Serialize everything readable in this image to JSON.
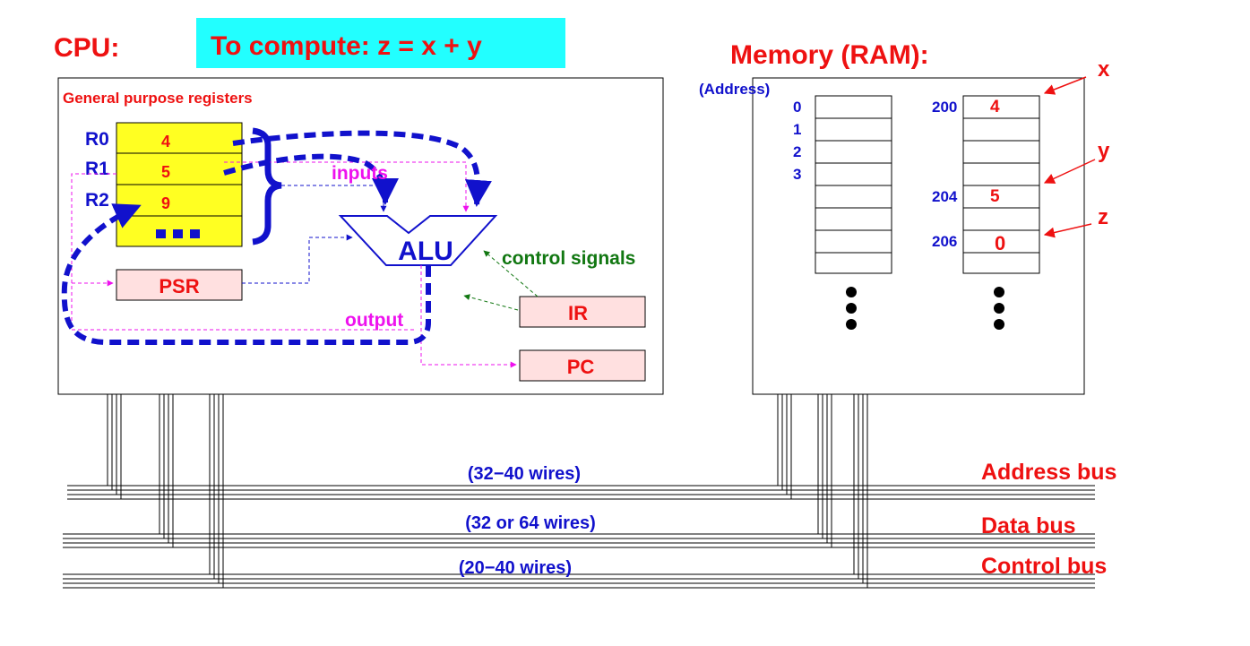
{
  "title": "To compute:  z = x + y",
  "cpu": {
    "label": "CPU:",
    "registers_label": "General purpose registers",
    "registers": [
      {
        "name": "R0",
        "value": "4"
      },
      {
        "name": "R1",
        "value": "5"
      },
      {
        "name": "R2",
        "value": "9"
      }
    ],
    "psr": "PSR",
    "alu": "ALU",
    "ir": "IR",
    "pc": "PC",
    "inputs": "inputs",
    "output": "output",
    "control_signals": "control signals"
  },
  "memory": {
    "label": "Memory (RAM):",
    "address_label": "(Address)",
    "left_addresses": [
      "0",
      "1",
      "2",
      "3"
    ],
    "right_cells": [
      {
        "address": "200",
        "value": "4",
        "var": "x"
      },
      {
        "address": "204",
        "value": "5",
        "var": "y"
      },
      {
        "address": "206",
        "value": "0",
        "var": "z"
      }
    ]
  },
  "buses": [
    {
      "name": "Address bus",
      "wires": "(32−40 wires)"
    },
    {
      "name": "Data bus",
      "wires": "(32 or 64 wires)"
    },
    {
      "name": "Control bus",
      "wires": "(20−40 wires)"
    }
  ],
  "colors": {
    "title_bg": "#22ffff",
    "registers_bg": "#ffff22",
    "box_bg": "#ffe0e0",
    "label_red": "#ee1111",
    "blue": "#1111cc",
    "magenta": "#ee11ee",
    "green": "#117711"
  }
}
